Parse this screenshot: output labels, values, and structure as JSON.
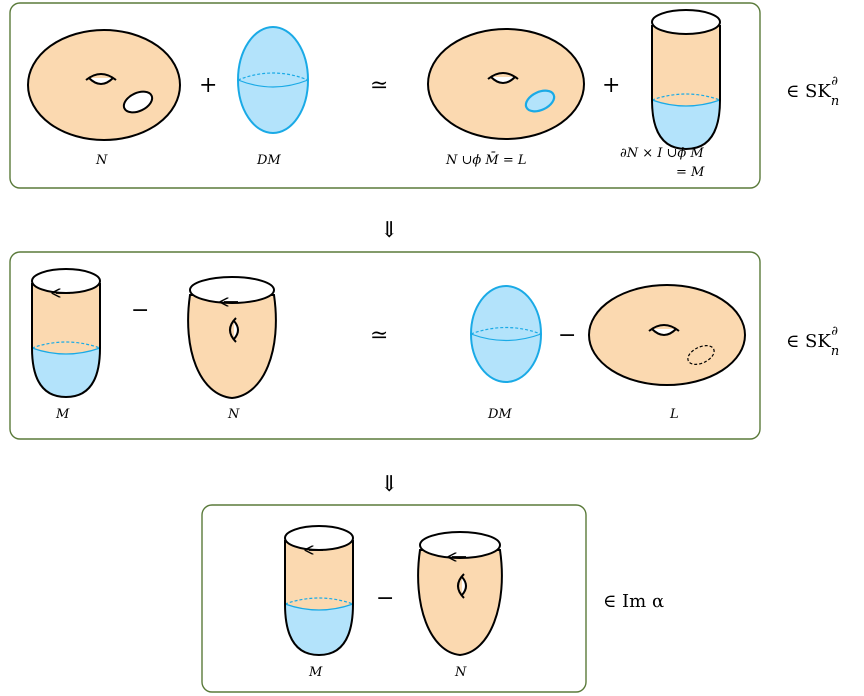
{
  "colors": {
    "panel_border": "#5a7a3a",
    "surface_fill": "#fbd9b0",
    "disk_fill": "#b3e3fb",
    "disk_stroke": "#1aaae6",
    "ink": "#000000"
  },
  "row1": {
    "label_N": "N",
    "label_DM": "DM",
    "label_L": "N ∪ϕ M̄ = L",
    "label_M_line1": "∂N × I ∪ϕ M",
    "label_M_line2": "= M",
    "plus1": "+",
    "simeq": "≃",
    "plus2": "+",
    "membership": "∈ SK",
    "sup": "∂",
    "sub": "n"
  },
  "row2": {
    "label_M": "M",
    "label_N": "N",
    "label_DM": "DM",
    "label_L": "L",
    "minus1": "−",
    "simeq": "≃",
    "minus2": "−",
    "membership": "∈ SK",
    "sup": "∂",
    "sub": "n"
  },
  "row3": {
    "label_M": "M",
    "label_N": "N",
    "minus": "−",
    "membership": "∈ Im α"
  },
  "arrows": {
    "implies": "⇓"
  }
}
